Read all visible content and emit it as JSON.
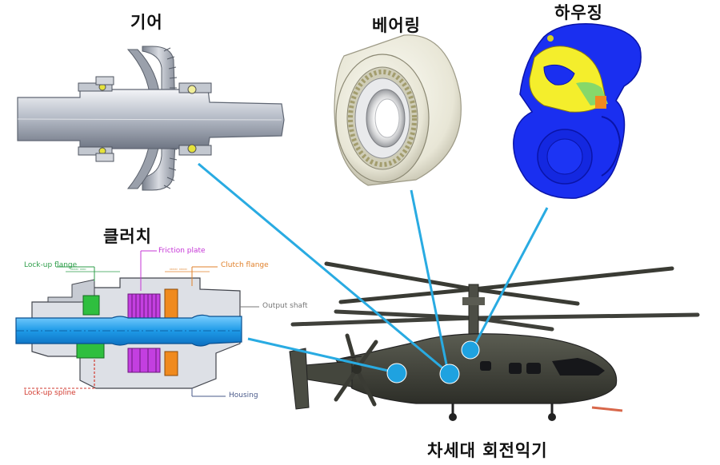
{
  "titles": {
    "gear": "기어",
    "bearing": "베어링",
    "housing": "하우징",
    "clutch": "클러치",
    "rotorcraft": "차세대 회전익기"
  },
  "clutch_labels": {
    "lockup_flange": "Lock-up flange",
    "friction_plate": "Friction plate",
    "clutch_flange": "Clutch flange",
    "output_shaft": "Output shaft",
    "lockup_spline": "Lock-up spline",
    "housing": "Housing"
  },
  "colors": {
    "connector": "#29abe2",
    "marker": "#1fa2e0",
    "lockup_flange": "#2e9e4a",
    "friction_plate": "#c535d6",
    "clutch_flange": "#e0812b",
    "lockup_spline": "#d23a2f",
    "housing_label": "#4a5a8a",
    "output_shaft": "#777777",
    "fem_blue": "#1428f0",
    "fem_yellow": "#f4ee2c"
  }
}
